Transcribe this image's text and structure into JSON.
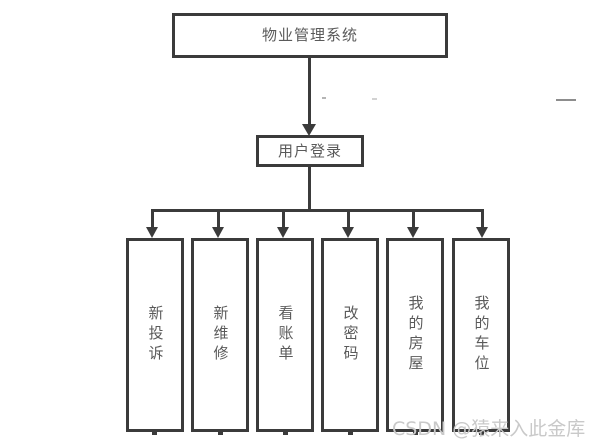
{
  "diagram": {
    "type": "flowchart",
    "root": {
      "label": "物业管理系统"
    },
    "login": {
      "label": "用户登录"
    },
    "leaves": [
      {
        "label": "新投诉"
      },
      {
        "label": "新维修"
      },
      {
        "label": "看账单"
      },
      {
        "label": "改密码"
      },
      {
        "label": "我的房屋"
      },
      {
        "label": "我的车位"
      }
    ],
    "colors": {
      "stroke": "#3b3b3b",
      "text": "#5a5a5a",
      "background": "#ffffff",
      "watermark": "#c9c9c9"
    }
  },
  "watermark": {
    "text": "CSDN @猿来入此金库"
  }
}
